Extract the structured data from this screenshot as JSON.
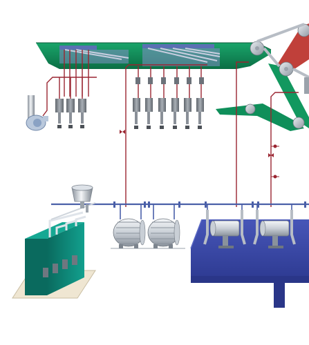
{
  "colors": {
    "background": "#ffffff",
    "machine_green": "#0f8f5a",
    "machine_green_dark": "#0b6e45",
    "pipe_red": "#9a2430",
    "header_blue": "#4a5fa8",
    "platform_blue": "#3947a6",
    "platform_blue_dark": "#2a3688",
    "roll_red": "#c0403a",
    "tank_teal": "#0e8a7b",
    "tank_teal_dark": "#0a6a5e",
    "steel_light": "#e3e7ec",
    "steel_dark": "#8a929c",
    "trap_gray": "#7c828a",
    "floor_tan": "#efe6d2",
    "floor_line": "#c9bda2"
  },
  "components": {
    "dryer_hood": "hood",
    "steam_headers": "header",
    "drainage_traps": "trap",
    "blower": "fan",
    "condensate_tank": "tank",
    "heat_exchangers": "exchanger",
    "separators": "separator",
    "pump_station": "pump-station",
    "press_rolls": "roll"
  }
}
